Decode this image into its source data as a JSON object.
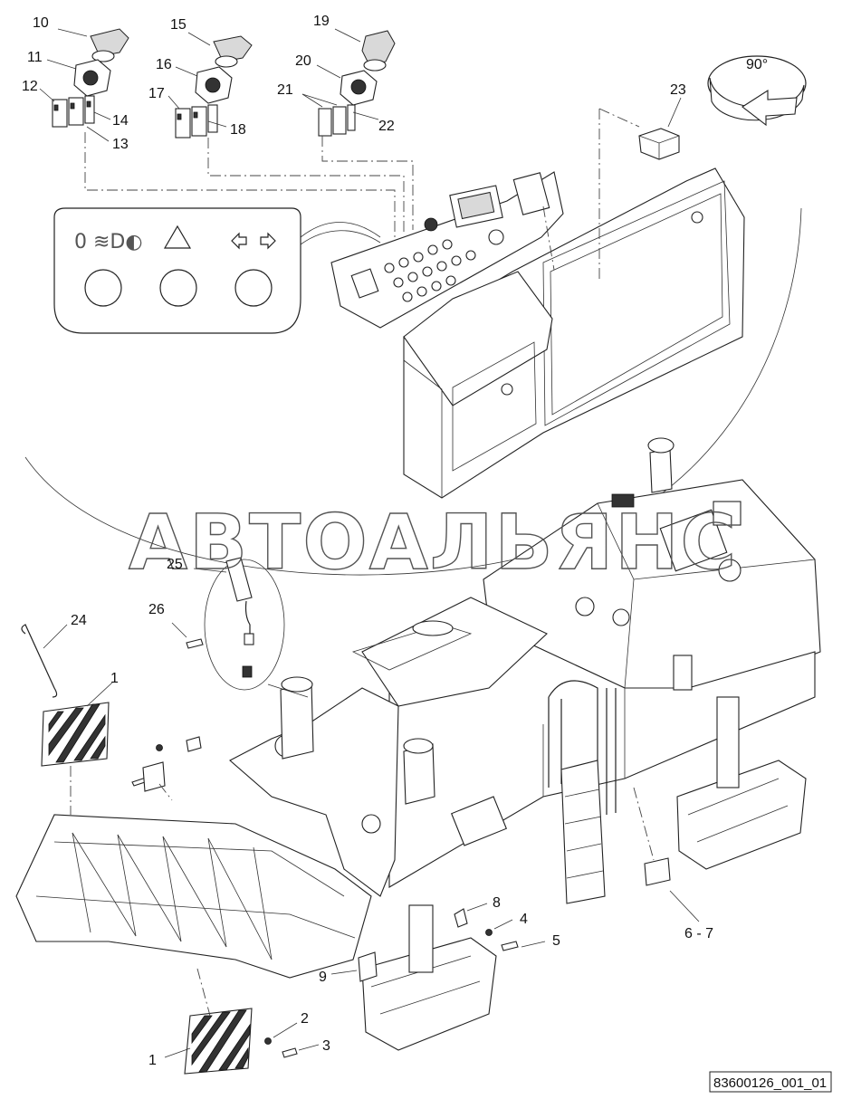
{
  "diagram": {
    "callouts": [
      {
        "id": "c1a",
        "text": "1"
      },
      {
        "id": "c1b",
        "text": "1"
      },
      {
        "id": "c2",
        "text": "2"
      },
      {
        "id": "c3",
        "text": "3"
      },
      {
        "id": "c4",
        "text": "4"
      },
      {
        "id": "c5",
        "text": "5"
      },
      {
        "id": "c67",
        "text": "6 - 7"
      },
      {
        "id": "c8",
        "text": "8"
      },
      {
        "id": "c9",
        "text": "9"
      },
      {
        "id": "c10",
        "text": "10"
      },
      {
        "id": "c11",
        "text": "11"
      },
      {
        "id": "c12",
        "text": "12"
      },
      {
        "id": "c13",
        "text": "13"
      },
      {
        "id": "c14",
        "text": "14"
      },
      {
        "id": "c15",
        "text": "15"
      },
      {
        "id": "c16",
        "text": "16"
      },
      {
        "id": "c17",
        "text": "17"
      },
      {
        "id": "c18",
        "text": "18"
      },
      {
        "id": "c19",
        "text": "19"
      },
      {
        "id": "c20",
        "text": "20"
      },
      {
        "id": "c21",
        "text": "21"
      },
      {
        "id": "c22",
        "text": "22"
      },
      {
        "id": "c23",
        "text": "23"
      },
      {
        "id": "c24",
        "text": "24"
      },
      {
        "id": "c25",
        "text": "25"
      },
      {
        "id": "c26",
        "text": "26"
      }
    ],
    "rotation_label": "90°",
    "watermark": "АВТОАЛЬЯНС",
    "doc_id": "83600126_001_01"
  }
}
